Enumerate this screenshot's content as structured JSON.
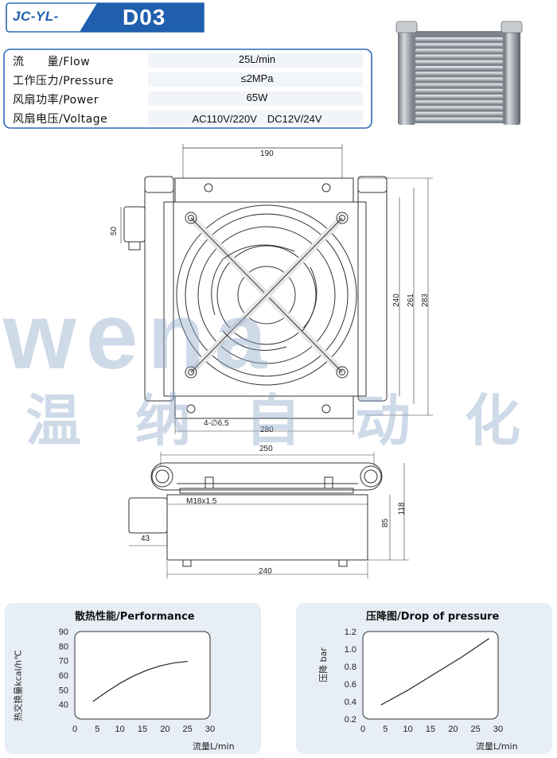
{
  "header": {
    "series_prefix": "JC-YL-",
    "model": "D03"
  },
  "specs": [
    {
      "label": "流　　量/Flow",
      "value": "25L/min"
    },
    {
      "label": "工作压力/Pressure",
      "value": "≤2MPa"
    },
    {
      "label": "风扇功率/Power",
      "value": "65W"
    },
    {
      "label": "风扇电压/Voltage",
      "value": "AC110V/220V　DC12V/24V"
    }
  ],
  "drawing": {
    "dim_190": "190",
    "dim_50": "50",
    "dim_240_v": "240",
    "dim_261": "261",
    "dim_283": "283",
    "hole_note": "4-∅6.5",
    "dim_280": "280",
    "dim_250": "250",
    "thread_note": "M18x1.5",
    "dim_43": "43",
    "dim_85": "85",
    "dim_118": "118",
    "dim_240_h": "240"
  },
  "watermark": {
    "latin": "wena",
    "chinese": [
      "温",
      "纳",
      "自",
      "动",
      "化"
    ]
  },
  "chart_data": [
    {
      "type": "line",
      "title": "散热性能/Performance",
      "xlabel": "流量L/min",
      "ylabel": "热交换量kcal/h℃",
      "xlim": [
        0,
        30
      ],
      "ylim": [
        30,
        90
      ],
      "x_ticks": [
        "0",
        "5",
        "10",
        "15",
        "20",
        "25",
        "30"
      ],
      "y_ticks": [
        "90",
        "80",
        "70",
        "60",
        "50",
        "40"
      ],
      "series": [
        {
          "x": [
            4,
            7,
            10,
            13,
            16,
            19,
            22,
            25
          ],
          "y": [
            42,
            48.5,
            54.5,
            59.5,
            63.5,
            66.5,
            68.5,
            69.5
          ]
        }
      ]
    },
    {
      "type": "line",
      "title": "压降图/Drop of pressure",
      "xlabel": "流量L/min",
      "ylabel": "压降 bar",
      "xlim": [
        0,
        30
      ],
      "ylim": [
        0.2,
        1.2
      ],
      "x_ticks": [
        "0",
        "5",
        "10",
        "15",
        "20",
        "25",
        "30"
      ],
      "y_ticks": [
        "1.2",
        "1.0",
        "0.8",
        "0.6",
        "0.4",
        "0.2"
      ],
      "series": [
        {
          "x": [
            4,
            10,
            16,
            22,
            28
          ],
          "y": [
            0.36,
            0.53,
            0.72,
            0.91,
            1.12
          ]
        }
      ]
    }
  ],
  "colors": {
    "brand_blue": "#1f5fae",
    "panel_bg": "#e8eef6",
    "watermark": "#8fa8cc",
    "outline": "#2a6ab8"
  }
}
